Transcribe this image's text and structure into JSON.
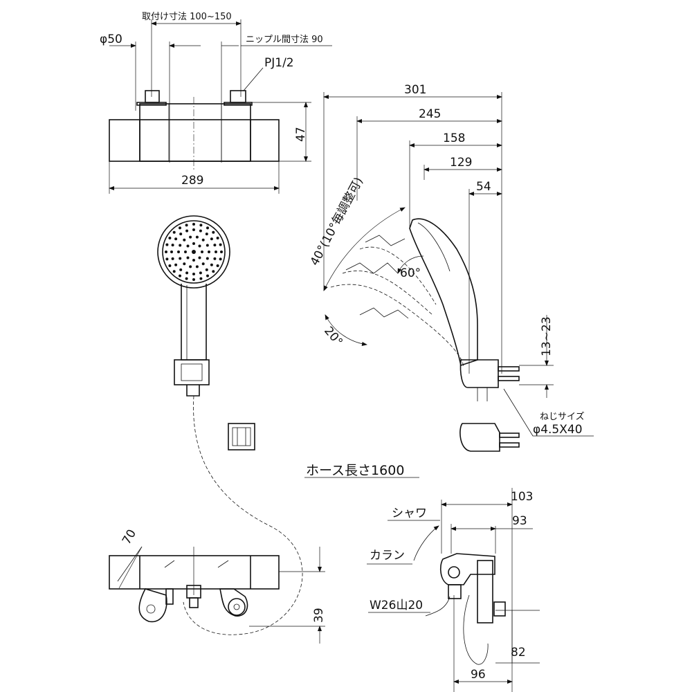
{
  "top_view": {
    "mount_dim": "取付け寸法 100~150",
    "nipple_dim": "ニップル間寸法 90",
    "pipe_dia": "φ50",
    "thread": "PJ1/2",
    "height": "47",
    "width": "289"
  },
  "side_view": {
    "dim_301": "301",
    "dim_245": "245",
    "dim_158": "158",
    "dim_129": "129",
    "dim_54": "54",
    "angle_40": "40°(10°毎調整可)",
    "angle_60": "60°",
    "angle_20": "20°",
    "range_13_23": "13~23",
    "screw_label": "ねじサイズ",
    "screw_size": "φ4.5X40",
    "hose": "ホース長さ1600"
  },
  "bottom_right": {
    "shower": "シャワ",
    "faucet": "カラン",
    "dim_103": "103",
    "dim_93": "93",
    "thread": "W26山20",
    "dim_82": "82",
    "dim_96": "96"
  },
  "bottom_left": {
    "dim_70": "70",
    "dim_39": "39"
  }
}
